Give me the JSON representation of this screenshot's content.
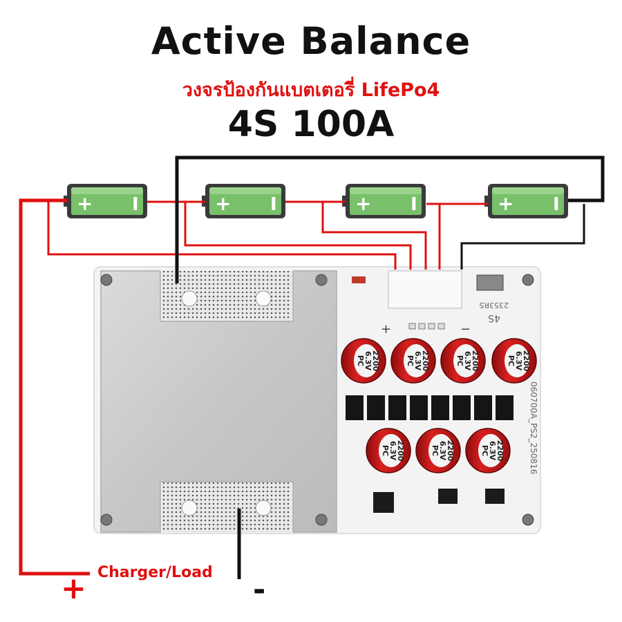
{
  "header": {
    "title": "Active Balance",
    "subtitle": "วงจรป้องกันแบตเตอรี่ LifePo4",
    "spec": "4S 100A"
  },
  "batteries": [
    {
      "plus": "+",
      "minus": "I"
    },
    {
      "plus": "+",
      "minus": "I"
    },
    {
      "plus": "+",
      "minus": "I"
    },
    {
      "plus": "+",
      "minus": "I"
    }
  ],
  "board": {
    "silkscreen": {
      "cells": "4S",
      "pos": "+",
      "neg": "−",
      "model": "060700A_PS2_250816",
      "code": "2353RS"
    },
    "capacitors": {
      "top_row": 4,
      "bottom_row": 3,
      "label_lines": [
        "2200",
        "6.3V",
        "PC"
      ]
    },
    "mosfets": 8
  },
  "terminals": {
    "load_label": "Charger/Load",
    "positive": "+",
    "negative": "-"
  },
  "colors": {
    "wire_positive": "#e01010",
    "wire_negative": "#111111",
    "battery_body": "#78c06a",
    "board": "#f2f2f2",
    "heatsink": "#c9cbcc",
    "capacitor": "#cc1a1a"
  }
}
